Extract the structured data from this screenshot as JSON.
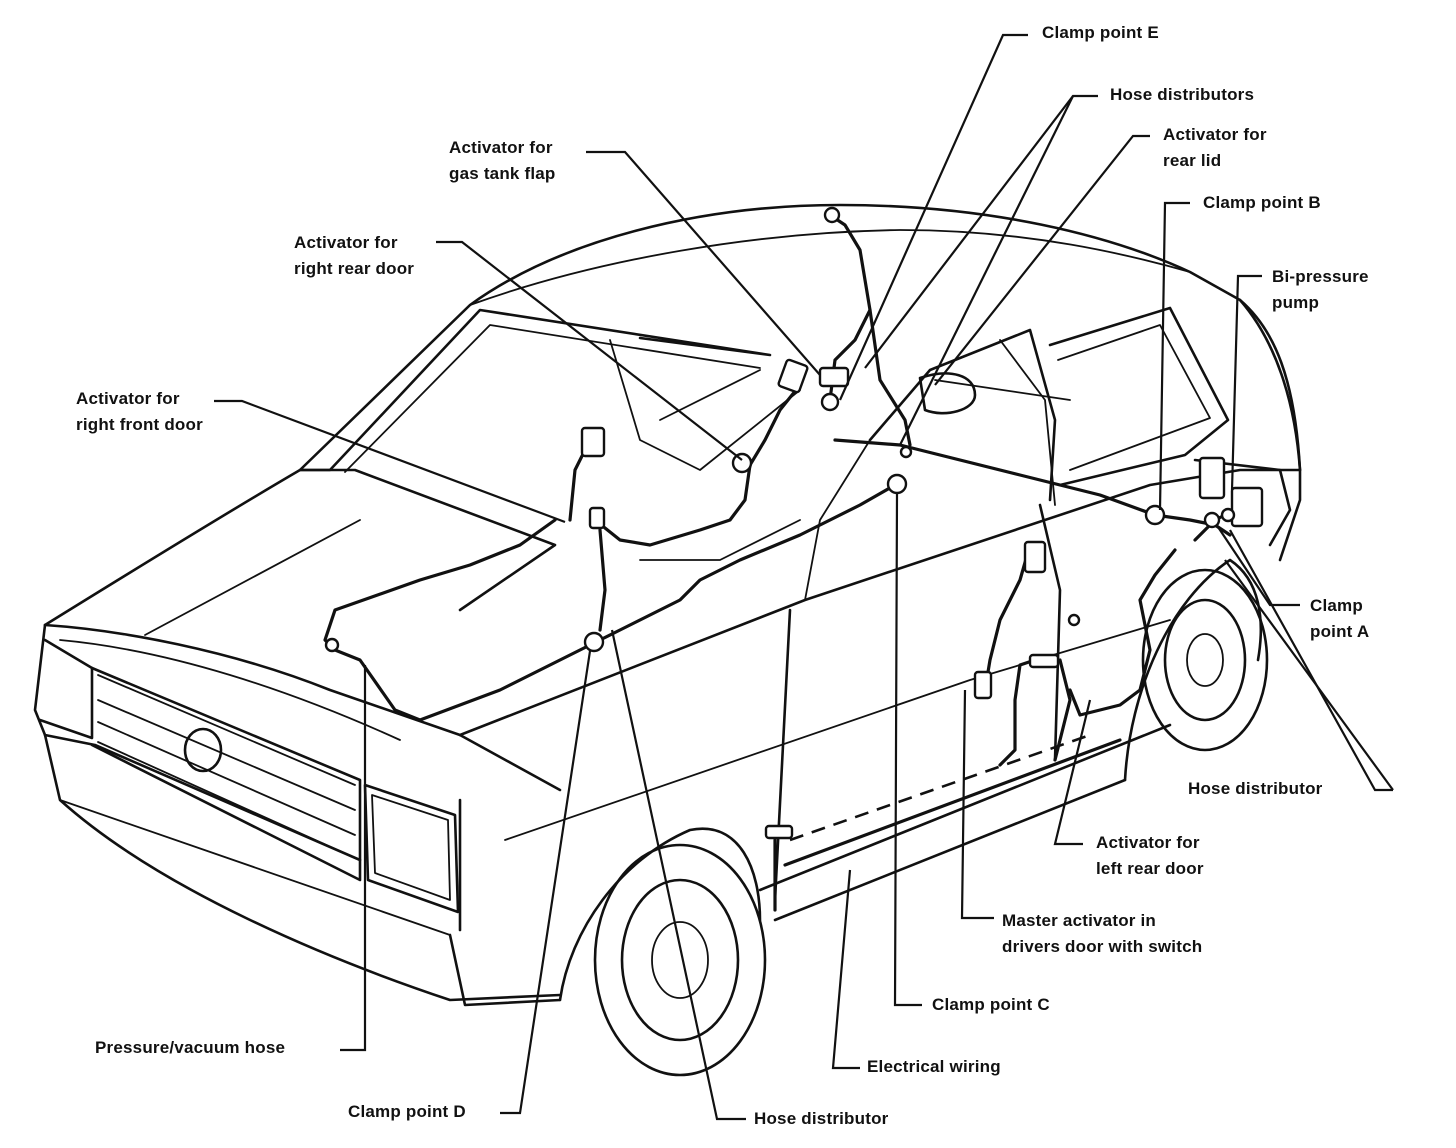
{
  "labels": {
    "clamp_point_e": "Clamp point E",
    "hose_distributors": "Hose distributors",
    "activator_rear_lid_1": "Activator for",
    "activator_rear_lid_2": "rear lid",
    "clamp_point_b": "Clamp point B",
    "bi_pressure_pump_1": "Bi-pressure",
    "bi_pressure_pump_2": "pump",
    "activator_gas_tank_flap_1": "Activator for",
    "activator_gas_tank_flap_2": "gas tank flap",
    "activator_right_rear_door_1": "Activator for",
    "activator_right_rear_door_2": "right rear door",
    "activator_right_front_door_1": "Activator for",
    "activator_right_front_door_2": "right front door",
    "clamp_point_a_1": "Clamp",
    "clamp_point_a_2": "point A",
    "hose_distributor_right": "Hose distributor",
    "activator_left_rear_door_1": "Activator for",
    "activator_left_rear_door_2": "left rear door",
    "master_activator_1": "Master activator in",
    "master_activator_2": "drivers door with switch",
    "clamp_point_c": "Clamp point C",
    "electrical_wiring": "Electrical wiring",
    "pressure_vacuum_hose": "Pressure/vacuum hose",
    "clamp_point_d": "Clamp point D",
    "hose_distributor_bottom": "Hose distributor"
  }
}
